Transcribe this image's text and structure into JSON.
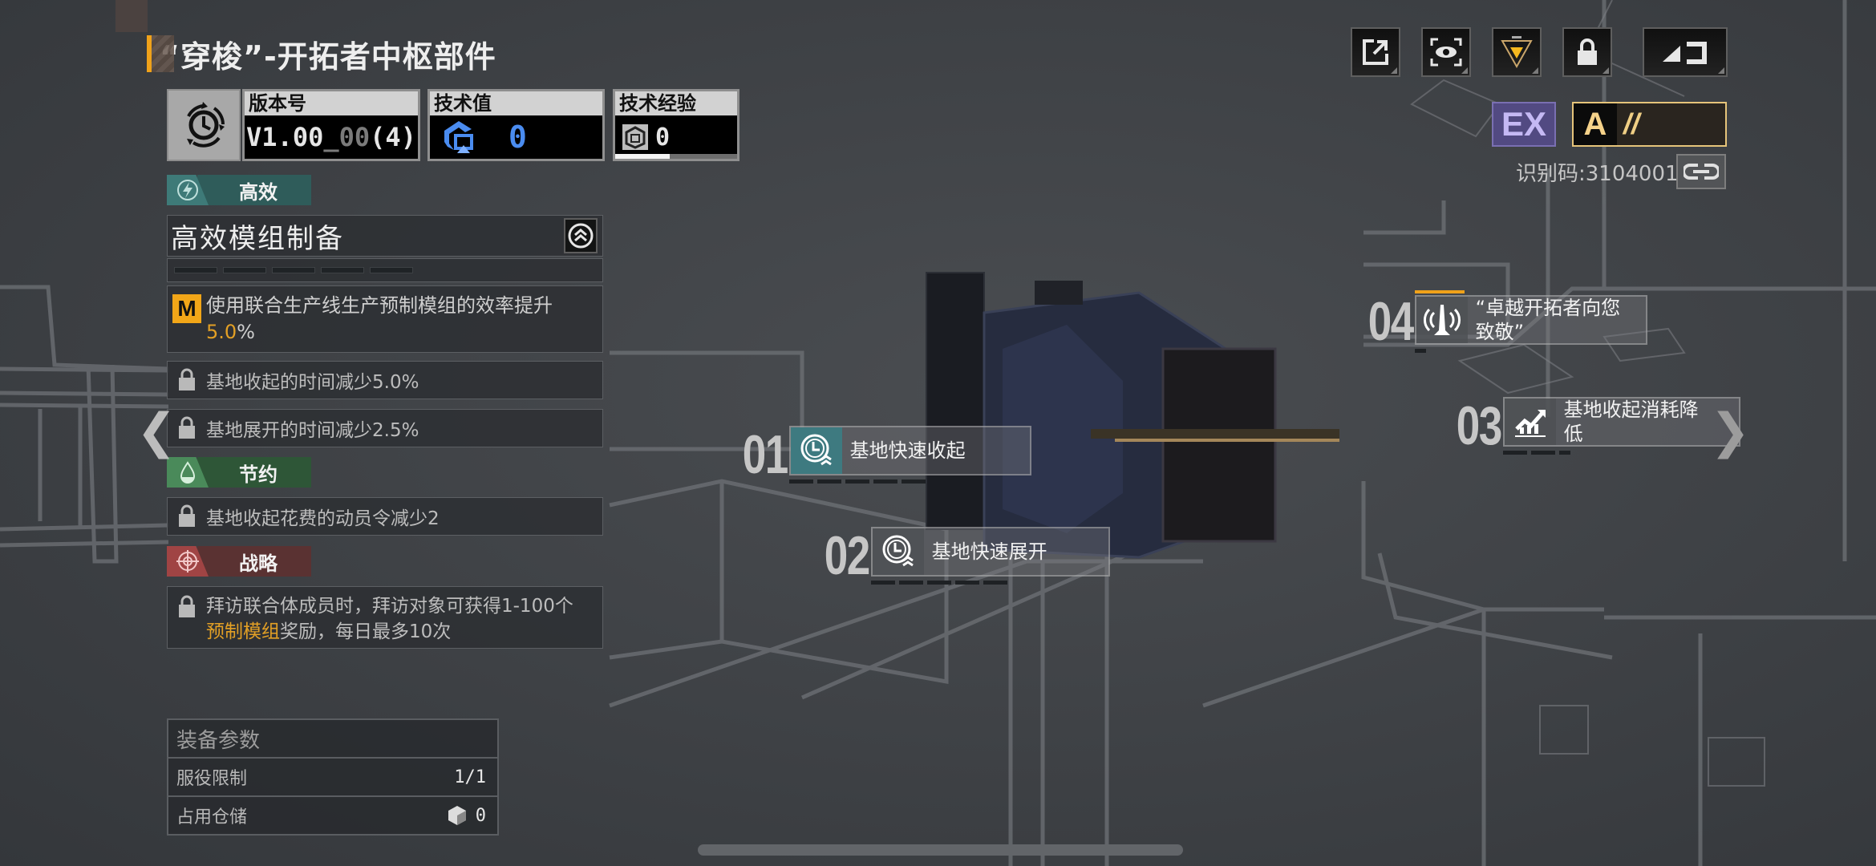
{
  "header": {
    "title": "“穿梭”-开拓者中枢部件"
  },
  "info": {
    "version_label": "版本号",
    "version_main": "V1.00",
    "version_dim": "_00",
    "version_suffix": "(4)",
    "tech_label": "技术值",
    "tech_value": "0",
    "exp_label": "技术经验",
    "exp_value": "0",
    "exp_progress_pct": 45
  },
  "categories": {
    "efficient": {
      "label": "高效",
      "color": "#2f5c5a",
      "icon_bg": "#3e7a78"
    },
    "saving": {
      "label": "节约",
      "color": "#2e5637",
      "icon_bg": "#4a8a5a"
    },
    "strategy": {
      "label": "战略",
      "color": "#5a3232",
      "icon_bg": "#a04444"
    }
  },
  "skill": {
    "title": "高效模组制备",
    "progress_segments": 5,
    "effect_badge": "M",
    "effect_text": "使用联合生产线生产预制模组的效率提升",
    "effect_value": "5.0",
    "effect_unit": "%"
  },
  "locked_effects": {
    "efficient_1": "基地收起的时间减少5.0%",
    "efficient_2": "基地展开的时间减少2.5%",
    "saving_1": "基地收起花费的动员令减少2",
    "strategy_1_a": "拜访联合体成员时，拜访对象可获得1-100个",
    "strategy_1_hl": "预制模组",
    "strategy_1_b": "奖励，每日最多10次"
  },
  "params": {
    "title": "装备参数",
    "rows": [
      {
        "label": "服役限制",
        "value": "1/1"
      },
      {
        "label": "占用仓储",
        "value": "0"
      }
    ]
  },
  "nodes": [
    {
      "num": "01",
      "label": "基地快速收起",
      "icon": "clock-fast-icon",
      "active": true
    },
    {
      "num": "02",
      "label": "基地快速展开",
      "icon": "clock-fast-icon",
      "active": false
    },
    {
      "num": "03",
      "label_line1": "基地收起消耗降",
      "label_line2": "低",
      "icon": "chart-up-icon",
      "active": false
    },
    {
      "num": "04",
      "label_line1": "“卓越开拓者向您",
      "label_line2": "致敬”",
      "icon": "broadcast-tower-icon",
      "active": false
    }
  ],
  "toolbar": {
    "share": "share-icon",
    "view": "eye-scan-icon",
    "filter": "triangle-emblem-icon",
    "lock": "lock-icon",
    "back": "back-icon"
  },
  "badges": {
    "tier": "EX",
    "grade": "A",
    "grade_stripes": "//"
  },
  "id_code": "识别码:3104001",
  "colors": {
    "accent_orange": "#f0a21a",
    "tech_blue": "#4a8cf0",
    "ex_purple": "#524a82",
    "grade_gold": "#e6c47a"
  }
}
